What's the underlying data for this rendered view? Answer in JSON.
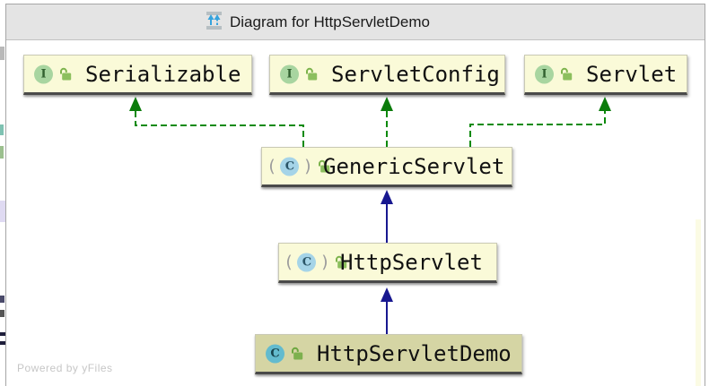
{
  "titlebar": {
    "title": "Diagram for HttpServletDemo"
  },
  "watermark": "Powered by yFiles",
  "nodes": [
    {
      "label": "Serializable",
      "kind": "interface",
      "icon_letter": "I",
      "lock": "unlocked"
    },
    {
      "label": "ServletConfig",
      "kind": "interface",
      "icon_letter": "I",
      "lock": "unlocked"
    },
    {
      "label": "Servlet",
      "kind": "interface",
      "icon_letter": "I",
      "lock": "unlocked"
    },
    {
      "label": "GenericServlet",
      "kind": "library-class",
      "icon_letter": "C",
      "paren_left": "(",
      "paren_right": ")",
      "lock": "unlocked"
    },
    {
      "label": "HttpServlet",
      "kind": "library-class",
      "icon_letter": "C",
      "paren_left": "(",
      "paren_right": ")",
      "lock": "unlocked"
    },
    {
      "label": "HttpServletDemo",
      "kind": "class",
      "icon_letter": "C",
      "lock": "unlocked",
      "selected": true
    }
  ],
  "edges": [
    {
      "from": "GenericServlet",
      "to": "Serializable",
      "type": "implements",
      "style": "dashed-green"
    },
    {
      "from": "GenericServlet",
      "to": "ServletConfig",
      "type": "implements",
      "style": "dashed-green"
    },
    {
      "from": "GenericServlet",
      "to": "Servlet",
      "type": "implements",
      "style": "dashed-green"
    },
    {
      "from": "HttpServlet",
      "to": "GenericServlet",
      "type": "extends",
      "style": "solid-navy"
    },
    {
      "from": "HttpServletDemo",
      "to": "HttpServlet",
      "type": "extends",
      "style": "solid-navy"
    }
  ],
  "colors": {
    "implements_green": "#0b8a0b",
    "extends_navy": "#181890",
    "node_bg": "#fafad8",
    "selected_node_bg": "#d5d5a4",
    "titlebar_bg": "#e4e4e4",
    "interface_badge": "#a8d5a0",
    "class_badge": "#63bbce",
    "library_class_badge": "#a5d4e8"
  }
}
